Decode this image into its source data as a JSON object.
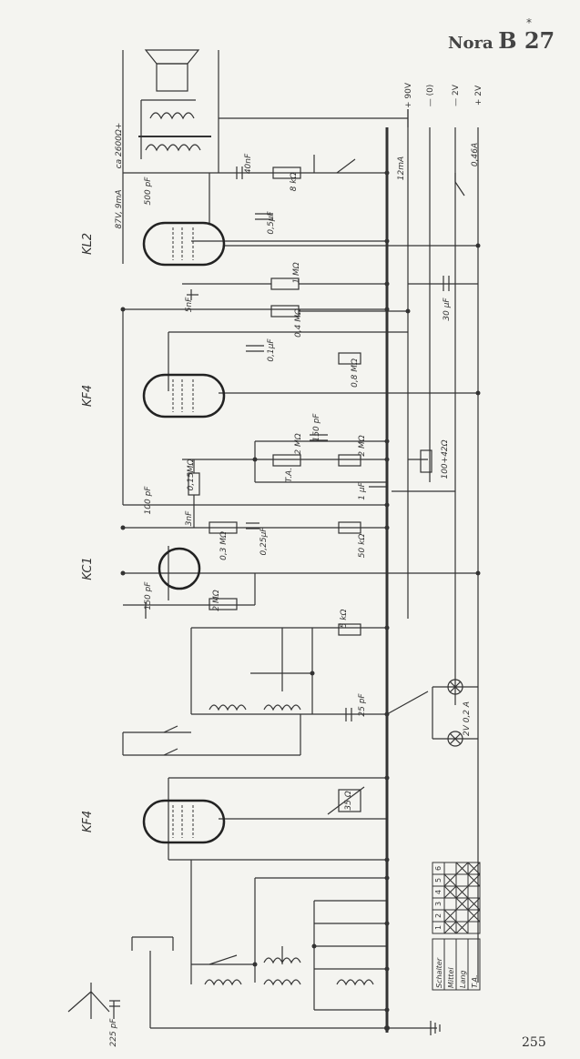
{
  "header": {
    "brand": "Nora",
    "model": "B 27",
    "star": "*"
  },
  "page_number": "255",
  "rails": [
    "+ 90V",
    "— (0)",
    "— 2V",
    "+ 2V"
  ],
  "labels": {
    "speaker_r": "ca 2600Ω+",
    "kl2_op": "87V, 9mA",
    "c500": "500 pF",
    "c40nf": "40nF",
    "r8k": "8 kΩ",
    "v12ma": "12mA",
    "a046": "0,46A",
    "c05": "0,5μF",
    "c5nf": "5nF",
    "r1m": "1 MΩ",
    "c30": "30 μF",
    "r04": "0,4 MΩ",
    "c01": "0,1μF",
    "r08": "0,8 MΩ",
    "c150a": "150 pF",
    "r2m_a": "2 MΩ",
    "r2m_b": "2 MΩ",
    "r100": "100+42Ω",
    "c1uf": "1 μF",
    "ta": "T.A.",
    "c100": "100 pF",
    "r015": "0,15MΩ",
    "c3nf": "3nF",
    "r03": "0,3 MΩ",
    "c025": "0,25μF",
    "r50k": "50 kΩ",
    "c150b": "150 pF",
    "r2m_c": "2 MΩ",
    "r5k": "5 kΩ",
    "c25": "25 pF",
    "lamp": "2V 0,2 A",
    "r35": "35 Ω",
    "c225": "225 pF",
    "tube_kl2": "KL2",
    "tube_kf4a": "KF4",
    "tube_kc1": "KC1",
    "tube_kf4b": "KF4"
  },
  "switch_table": {
    "rows": [
      {
        "label": "Schalter",
        "cells": [
          "1",
          "2",
          "3",
          "4",
          "5",
          "6"
        ]
      },
      {
        "label": "Mittel",
        "cells": [
          "x",
          "x",
          "",
          "x",
          "x",
          ""
        ]
      },
      {
        "label": "Lang",
        "cells": [
          "x",
          "",
          "x",
          "x",
          "",
          "x"
        ]
      },
      {
        "label": "T.A.",
        "cells": [
          "",
          "x",
          "x",
          "",
          "x",
          "x"
        ]
      }
    ]
  }
}
